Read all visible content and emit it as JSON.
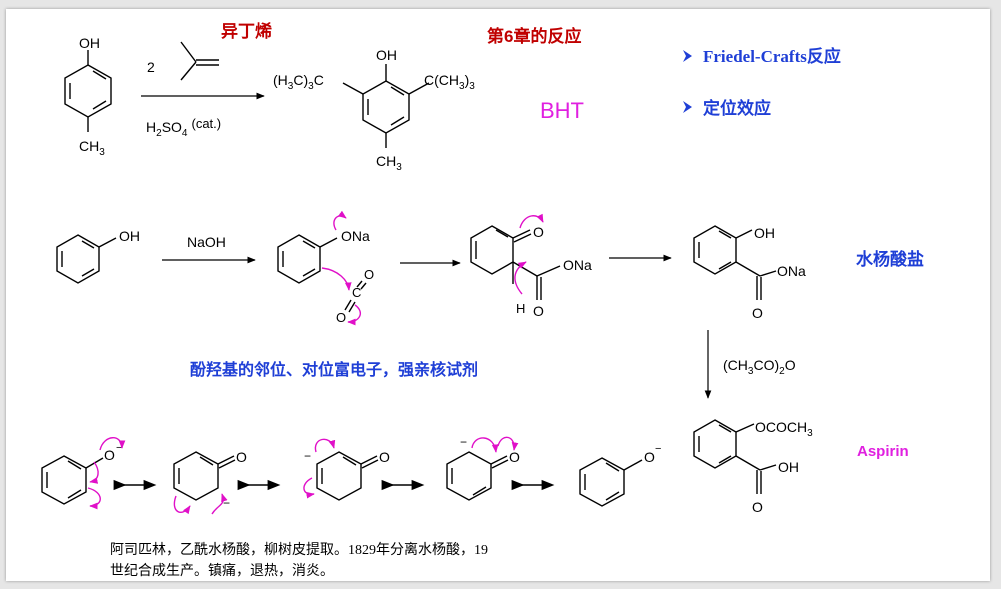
{
  "titles": {
    "isobutylene": "异丁烯",
    "chapter": "第6章的反应",
    "bht": "BHT",
    "bullet1": "Friedel-Crafts反应",
    "bullet2": "定位效应",
    "salicylate": "水杨酸盐",
    "phenol_note": "酚羟基的邻位、对位富电子，强亲核试剂",
    "aspirin": "Aspirin"
  },
  "reaction1": {
    "oh": "OH",
    "ch3": "CH",
    "ch3_sub": "3",
    "coeff": "2",
    "reagent": "H",
    "reagent_sub": "2",
    "reagent_rest": "SO",
    "reagent_sub2": "4",
    "cat": "(cat.)",
    "tbu_left": "(H",
    "tbu_left_sub": "3",
    "tbu_left_rest": "C)",
    "tbu_left_sub2": "3",
    "tbu_left_end": "C",
    "tbu_right": "C(CH",
    "tbu_right_sub": "3",
    "tbu_right_rest": ")",
    "tbu_right_sub2": "3"
  },
  "reaction2": {
    "oh": "OH",
    "naoh": "NaOH",
    "ona": "ONa",
    "c": "C",
    "o": "O",
    "h": "H",
    "ona2": "ONa",
    "oh2": "OH",
    "ona3": "ONa",
    "acetic_anhydride": "(CH",
    "aa_sub": "3",
    "aa_mid": "CO)",
    "aa_sub2": "2",
    "aa_end": "O",
    "ococh3": "OCOCH",
    "ococh3_sub": "3",
    "oh3": "OH",
    "minus": "−"
  },
  "caption": {
    "line1": "阿司匹林，乙酰水杨酸，柳树皮提取。1829年分离水杨酸，19",
    "line2": "世纪合成生产。镇痛，退热，消炎。"
  },
  "colors": {
    "title_red": "#c00000",
    "title_blue": "#1f3fd6",
    "magenta": "#e020e0",
    "arrow_pink": "#e010c8"
  }
}
